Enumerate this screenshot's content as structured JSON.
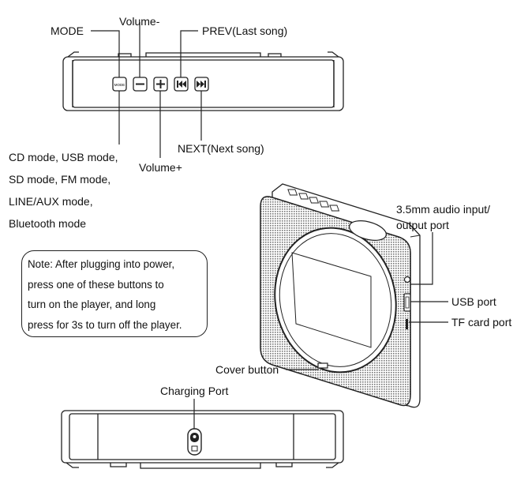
{
  "labels": {
    "mode": "MODE",
    "volume_minus": "Volume-",
    "prev": "PREV(Last song)",
    "next": "NEXT(Next song)",
    "volume_plus": "Volume+",
    "audio_port_line1": "3.5mm audio input/",
    "audio_port_line2": "output port",
    "usb_port": "USB port",
    "tf_port": "TF card port",
    "cover_button": "Cover button",
    "charging_port": "Charging Port"
  },
  "mode_list": [
    "CD mode, USB mode,",
    "SD mode, FM mode,",
    "LINE/AUX mode,",
    "Bluetooth mode"
  ],
  "note_lines": [
    "Note: After plugging into power,",
    "press one of these buttons to",
    "turn on the player, and long",
    "press for 3s to turn off the player."
  ],
  "button_glyphs": {
    "mode": "MODE",
    "minus": "−",
    "plus": "+",
    "prev": "⏮",
    "next": "⏭"
  }
}
